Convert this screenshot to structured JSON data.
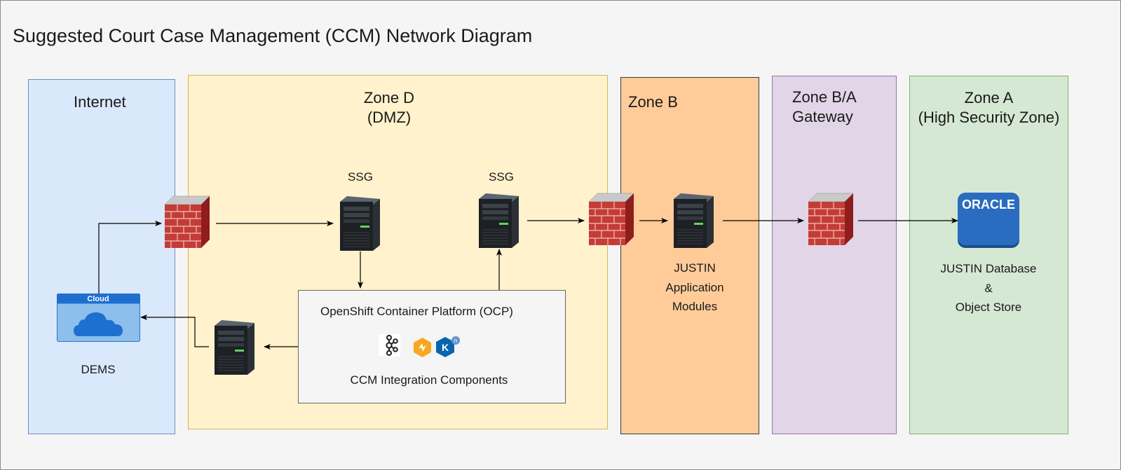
{
  "title": "Suggested Court Case Management (CCM) Network Diagram",
  "zones": {
    "internet": {
      "title": "Internet",
      "color": "#dae8fc"
    },
    "zone_d": {
      "title_line1": "Zone D",
      "title_line2": "(DMZ)",
      "color": "#fff2cc"
    },
    "zone_b": {
      "title": "Zone B",
      "color": "#ffcc99"
    },
    "zone_ba": {
      "title_line1": "Zone B/A",
      "title_line2": "Gateway",
      "color": "#e1d5e7"
    },
    "zone_a": {
      "title_line1": "Zone A",
      "title_line2": "(High Security Zone)",
      "color": "#d5e8d4"
    }
  },
  "nodes": {
    "ssg1_label": "SSG",
    "ssg2_label": "SSG",
    "cloud_badge": "Cloud",
    "dems_label": "DEMS",
    "ocp_title": "OpenShift Container Platform (OCP)",
    "ocp_subtitle": "CCM Integration Components",
    "justin_app_line1": "JUSTIN",
    "justin_app_line2": "Application",
    "justin_app_line3": "Modules",
    "oracle_logo": "ORACLE",
    "justin_db_line1": "JUSTIN Database",
    "justin_db_line2": "&",
    "justin_db_line3": "Object Store",
    "knative_letter": "K",
    "knative_badge": "n"
  },
  "icons": [
    "firewall-icon",
    "server-icon",
    "cloud-icon",
    "oracle-icon",
    "kafka-icon",
    "camel-k-icon",
    "knative-icon"
  ]
}
